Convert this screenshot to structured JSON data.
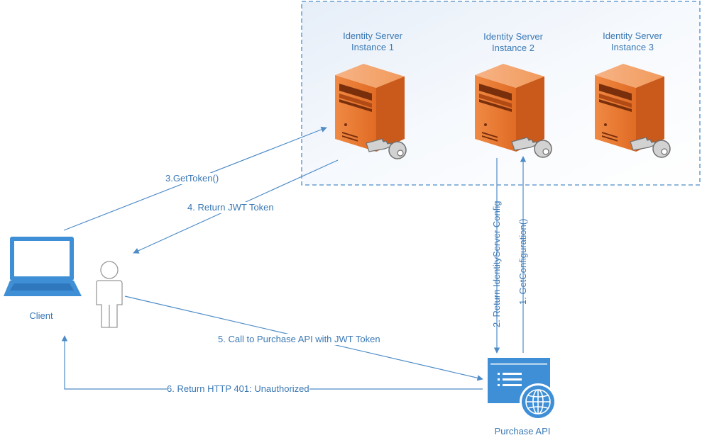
{
  "servers": [
    {
      "line1": "Identity Server",
      "line2": "Instance 1"
    },
    {
      "line1": "Identity Server",
      "line2": "Instance 2"
    },
    {
      "line1": "Identity Server",
      "line2": "Instance 3"
    }
  ],
  "client": {
    "label": "Client"
  },
  "api": {
    "label": "Purchase API"
  },
  "flows": {
    "get_token": "3.GetToken()",
    "return_jwt": "4. Return JWT Token",
    "call_api": "5. Call to Purchase API with JWT Token",
    "return_401": "6. Return HTTP 401: Unauthorized",
    "get_config": "1. GetConfiguration()",
    "return_config": "2. Return IdentityServer Config"
  },
  "colors": {
    "line": "#4e8cc8",
    "label": "#3a78b4",
    "server_front": "#e8752a",
    "server_side": "#c9561a",
    "client_blue": "#3f8fd6",
    "cluster_border": "#4e8cc8"
  }
}
